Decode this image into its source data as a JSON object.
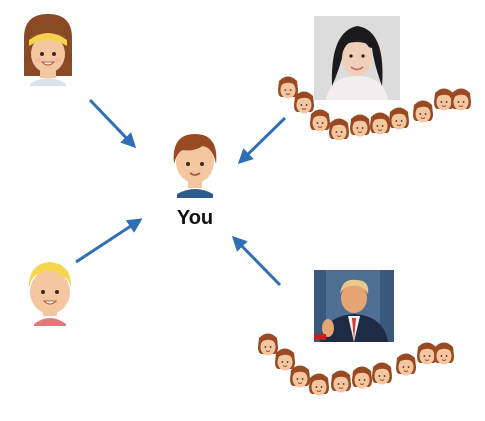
{
  "center": {
    "label": "You"
  },
  "colors": {
    "arrow": "#2f6fb4",
    "skin": "#f4c7a1",
    "brown_hair": "#9a4a22",
    "blonde_hair": "#f5d64c",
    "girl_hair": "#8a4a25",
    "headband": "#f4d44c",
    "shirt": "#e9eef6"
  },
  "icons": {
    "person_top_left": "girl-avatar-icon",
    "person_bottom_left": "blonde-boy-avatar-icon",
    "person_center": "you-avatar-icon",
    "crowd_member": "brown-hair-face-icon",
    "photo_top_right": "woman-portrait-photo",
    "photo_bottom_right": "politician-portrait-photo"
  }
}
